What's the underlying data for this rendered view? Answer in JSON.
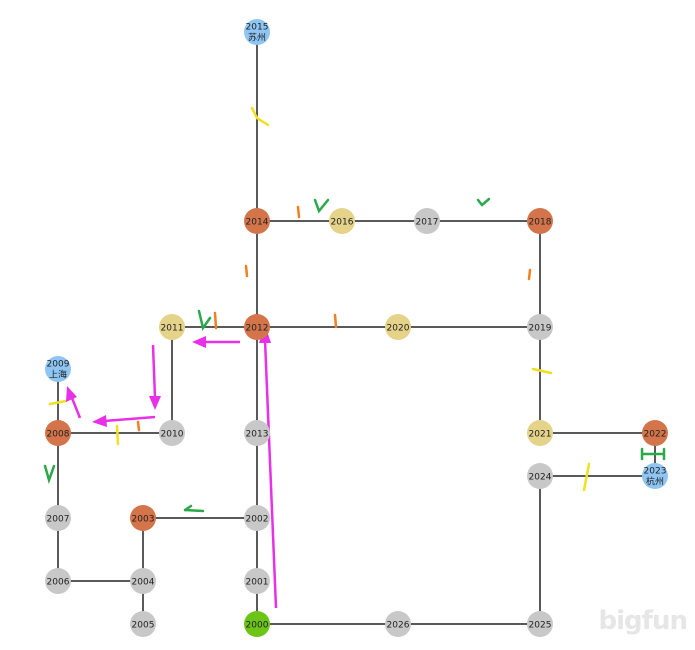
{
  "colors": {
    "gray": "#c8c8c8",
    "orange": "#d4744a",
    "yellow": "#e5d38a",
    "blue": "#8ec5f2",
    "green": "#6cc417",
    "arrow_magenta": "#e830e8",
    "mark_green": "#2aa84a",
    "mark_yellow": "#f0e020",
    "mark_orange": "#f08020"
  },
  "nodes": [
    {
      "id": "2015",
      "label": "2015",
      "sub": "苏州",
      "color": "blue"
    },
    {
      "id": "2014",
      "label": "2014",
      "sub": "",
      "color": "orange"
    },
    {
      "id": "2016",
      "label": "2016",
      "sub": "",
      "color": "yellow"
    },
    {
      "id": "2017",
      "label": "2017",
      "sub": "",
      "color": "gray"
    },
    {
      "id": "2018",
      "label": "2018",
      "sub": "",
      "color": "orange"
    },
    {
      "id": "2011",
      "label": "2011",
      "sub": "",
      "color": "yellow"
    },
    {
      "id": "2012",
      "label": "2012",
      "sub": "",
      "color": "orange"
    },
    {
      "id": "2020",
      "label": "2020",
      "sub": "",
      "color": "yellow"
    },
    {
      "id": "2019",
      "label": "2019",
      "sub": "",
      "color": "gray"
    },
    {
      "id": "2009",
      "label": "2009",
      "sub": "上海",
      "color": "blue"
    },
    {
      "id": "2008",
      "label": "2008",
      "sub": "",
      "color": "orange"
    },
    {
      "id": "2010",
      "label": "2010",
      "sub": "",
      "color": "gray"
    },
    {
      "id": "2013",
      "label": "2013",
      "sub": "",
      "color": "gray"
    },
    {
      "id": "2021",
      "label": "2021",
      "sub": "",
      "color": "yellow"
    },
    {
      "id": "2022",
      "label": "2022",
      "sub": "",
      "color": "orange"
    },
    {
      "id": "2023",
      "label": "2023",
      "sub": "杭州",
      "color": "blue"
    },
    {
      "id": "2024",
      "label": "2024",
      "sub": "",
      "color": "gray"
    },
    {
      "id": "2007",
      "label": "2007",
      "sub": "",
      "color": "gray"
    },
    {
      "id": "2003",
      "label": "2003",
      "sub": "",
      "color": "orange"
    },
    {
      "id": "2002",
      "label": "2002",
      "sub": "",
      "color": "gray"
    },
    {
      "id": "2006",
      "label": "2006",
      "sub": "",
      "color": "gray"
    },
    {
      "id": "2004",
      "label": "2004",
      "sub": "",
      "color": "gray"
    },
    {
      "id": "2001",
      "label": "2001",
      "sub": "",
      "color": "gray"
    },
    {
      "id": "2005",
      "label": "2005",
      "sub": "",
      "color": "gray"
    },
    {
      "id": "2000",
      "label": "2000",
      "sub": "",
      "color": "green"
    },
    {
      "id": "2026",
      "label": "2026",
      "sub": "",
      "color": "gray"
    },
    {
      "id": "2025",
      "label": "2025",
      "sub": "",
      "color": "gray"
    }
  ],
  "edges": [
    [
      "2015",
      "2014"
    ],
    [
      "2014",
      "2016"
    ],
    [
      "2016",
      "2017"
    ],
    [
      "2017",
      "2018"
    ],
    [
      "2014",
      "2012"
    ],
    [
      "2018",
      "2019"
    ],
    [
      "2011",
      "2012"
    ],
    [
      "2012",
      "2020"
    ],
    [
      "2020",
      "2019"
    ],
    [
      "2019",
      "2021"
    ],
    [
      "2011",
      "2010"
    ],
    [
      "2009",
      "2008"
    ],
    [
      "2008",
      "2010"
    ],
    [
      "2012",
      "2013"
    ],
    [
      "2013",
      "2002"
    ],
    [
      "2021",
      "2022"
    ],
    [
      "2022",
      "2023"
    ],
    [
      "2024",
      "2023"
    ],
    [
      "2008",
      "2007"
    ],
    [
      "2007",
      "2006"
    ],
    [
      "2006",
      "2004"
    ],
    [
      "2003",
      "2002"
    ],
    [
      "2003",
      "2004"
    ],
    [
      "2004",
      "2005"
    ],
    [
      "2002",
      "2001"
    ],
    [
      "2001",
      "2000"
    ],
    [
      "2000",
      "2026"
    ],
    [
      "2026",
      "2025"
    ],
    [
      "2024",
      "2025"
    ]
  ],
  "watermark": "bigfun"
}
